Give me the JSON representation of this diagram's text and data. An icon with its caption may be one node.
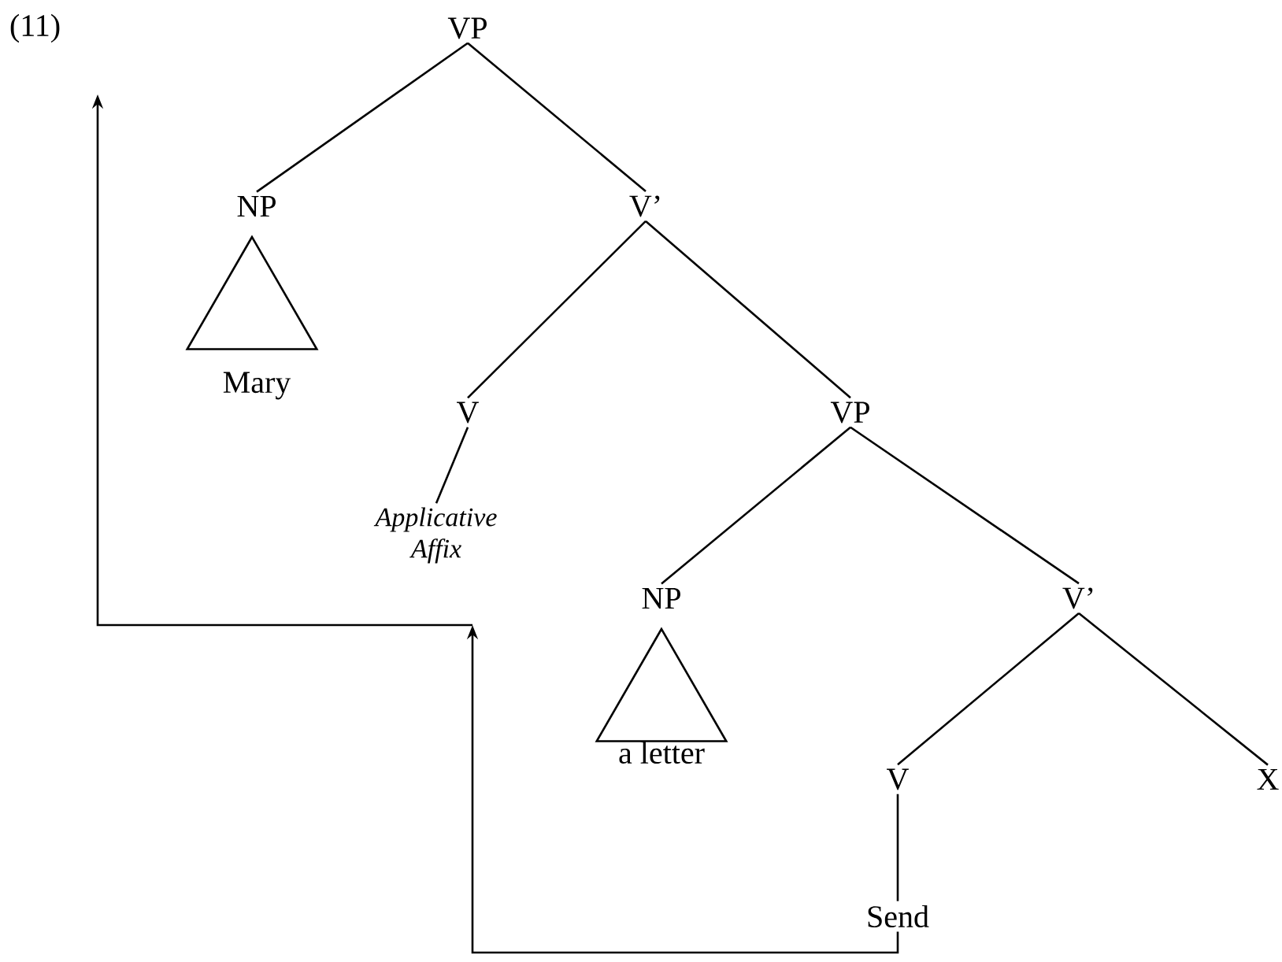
{
  "diagram": {
    "nodes": [
      {
        "text": [
          "VP"
        ]
      },
      {
        "text": [
          "NP"
        ]
      },
      {
        "text": [],
        "shape": "triangle"
      },
      {
        "text": [
          "Mary"
        ]
      },
      {
        "text": [
          "V’"
        ]
      },
      {
        "text": [
          "V"
        ]
      },
      {
        "text": [
          "Applicative Affix"
        ]
      },
      {
        "text": [
          "VP"
        ]
      },
      {
        "text": [
          "NP"
        ]
      },
      {
        "text": [],
        "shape": "triangle"
      },
      {
        "text": [
          "a letter"
        ]
      },
      {
        "text": [
          "V’"
        ]
      },
      {
        "text": [
          "V"
        ]
      },
      {
        "text": [
          "Send"
        ]
      },
      {
        "text": [
          "X"
        ]
      }
    ],
    "edges": [
      {
        "from": 0,
        "to": 1,
        "arrow": "none"
      },
      {
        "from": 0,
        "to": 4,
        "arrow": "none"
      },
      {
        "from": 4,
        "to": 5,
        "arrow": "none"
      },
      {
        "from": 5,
        "to": 6,
        "arrow": "none"
      },
      {
        "from": 4,
        "to": 7,
        "arrow": "none"
      },
      {
        "from": 7,
        "to": 8,
        "arrow": "none"
      },
      {
        "from": 7,
        "to": 11,
        "arrow": "none"
      },
      {
        "from": 11,
        "to": 12,
        "arrow": "none"
      },
      {
        "from": 12,
        "to": 13,
        "arrow": "none"
      },
      {
        "from": 11,
        "to": 14,
        "arrow": "none"
      },
      {
        "from": 13,
        "to": null,
        "arrow": "to"
      }
    ],
    "labels": [
      "(11)"
    ]
  }
}
